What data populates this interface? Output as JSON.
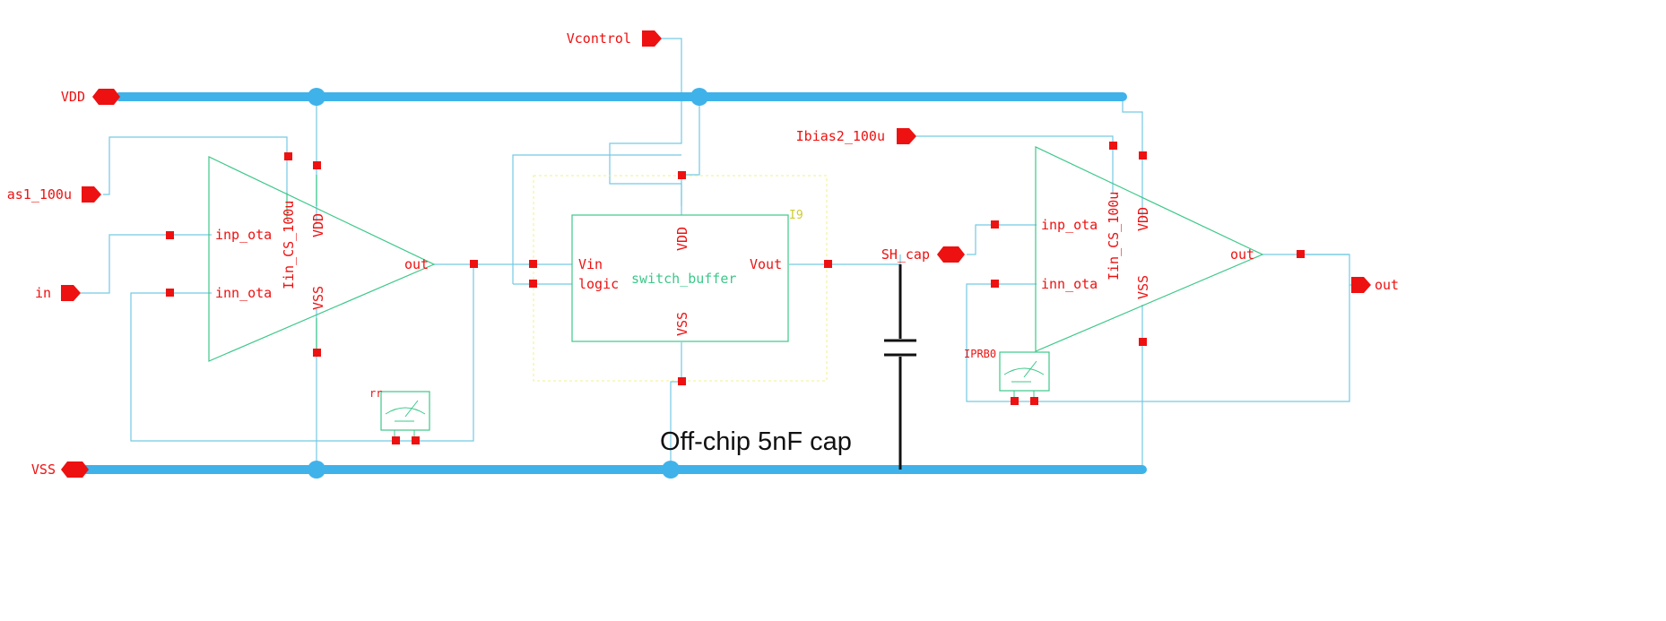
{
  "colors": {
    "wire": "#74c9e4",
    "bus": "#3fb2ea",
    "pin": "#ee1111",
    "symbol": "#3cc889",
    "instance_box": "#f0f08a",
    "instance_label": "#cccc33",
    "cap": "#111111"
  },
  "pins": {
    "vcontrol": "Vcontrol",
    "vdd": "VDD",
    "vss": "VSS",
    "ibias1": "as1_100u",
    "in": "in",
    "ibias2": "Ibias2_100u",
    "sh_cap": "SH_cap",
    "out": "out"
  },
  "ota1": {
    "inp": "inp_ota",
    "inn": "inn_ota",
    "iin": "Iin_CS_100u",
    "vdd": "VDD",
    "vss": "VSS",
    "out": "out"
  },
  "switch_buffer": {
    "instance": "I9",
    "name": "switch_buffer",
    "vin": "Vin",
    "logic": "logic",
    "vout": "Vout",
    "vdd": "VDD",
    "vss": "VSS"
  },
  "ota2": {
    "inp": "inp_ota",
    "inn": "inn_ota",
    "iin": "Iin_CS_100u",
    "vdd": "VDD",
    "vss": "VSS",
    "out": "out"
  },
  "probes": {
    "probe1": "rr",
    "probe2": "IPRB0"
  },
  "annotation": "Off-chip 5nF cap"
}
